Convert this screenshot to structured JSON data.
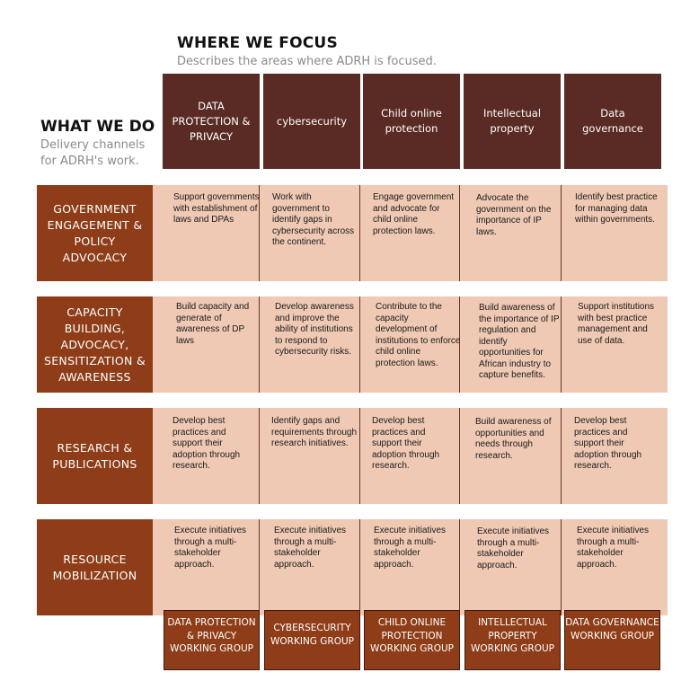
{
  "focus": {
    "title": "WHERE WE FOCUS",
    "subtitle": "Describes the areas where ADRH is focused."
  },
  "do": {
    "title": "WHAT WE DO",
    "subtitle": "Delivery channels for ADRH's work."
  },
  "columns": [
    "DATA PROTECTION & PRIVACY",
    "cybersecurity",
    "Child online protection",
    "Intellectual property",
    "Data governance"
  ],
  "rows": [
    {
      "label": "GOVERNMENT ENGAGEMENT & POLICY ADVOCACY",
      "cells": [
        "Support governments with establishment of laws and DPAs",
        "Work with government to identify gaps in cybersecurity across the continent.",
        "Engage government and advocate for child online protection laws.",
        "Advocate the government on the importance of IP laws.",
        "Identify best practice for managing data within governments."
      ]
    },
    {
      "label": "CAPACITY BUILDING, ADVOCACY, SENSITIZATION & AWARENESS",
      "cells": [
        "Build capacity and generate of awareness of DP laws",
        "Develop awareness and improve the ability of institutions to respond to cybersecurity risks.",
        "Contribute to the capacity development of institutions to enforce child online protection laws.",
        "Build awareness of the importance of IP regulation and identify opportunities for African industry to capture benefits.",
        "Support institutions with best practice management and use of data."
      ]
    },
    {
      "label": "RESEARCH & PUBLICATIONS",
      "cells": [
        "Develop best practices and support their adoption through research.",
        "Identify gaps and requirements through research initiatives.",
        "Develop best practices and support their adoption through research.",
        "Build awareness of opportunities and needs through research.",
        "Develop best practices and support their adoption through research."
      ]
    },
    {
      "label": "RESOURCE MOBILIZATION",
      "cells": [
        "Execute initiatives through a multi-stakeholder approach.",
        "Execute initiatives through a multi-stakeholder approach.",
        "Execute initiatives through a multi-stakeholder approach.",
        "Execute initiatives through a multi-stakeholder approach.",
        "Execute initiatives through a multi-stakeholder approach."
      ]
    }
  ],
  "working_groups": [
    "DATA PROTECTION & PRIVACY WORKING GROUP",
    "CYBERSECURITY WORKING GROUP",
    "CHILD ONLINE PROTECTION WORKING GROUP",
    "INTELLECTUAL PROPERTY WORKING GROUP",
    "DATA GOVERNANCE WORKING GROUP"
  ],
  "colors": {
    "column_header": "#5a2a24",
    "row_header": "#8e3d18",
    "band": "#efc9b4"
  }
}
